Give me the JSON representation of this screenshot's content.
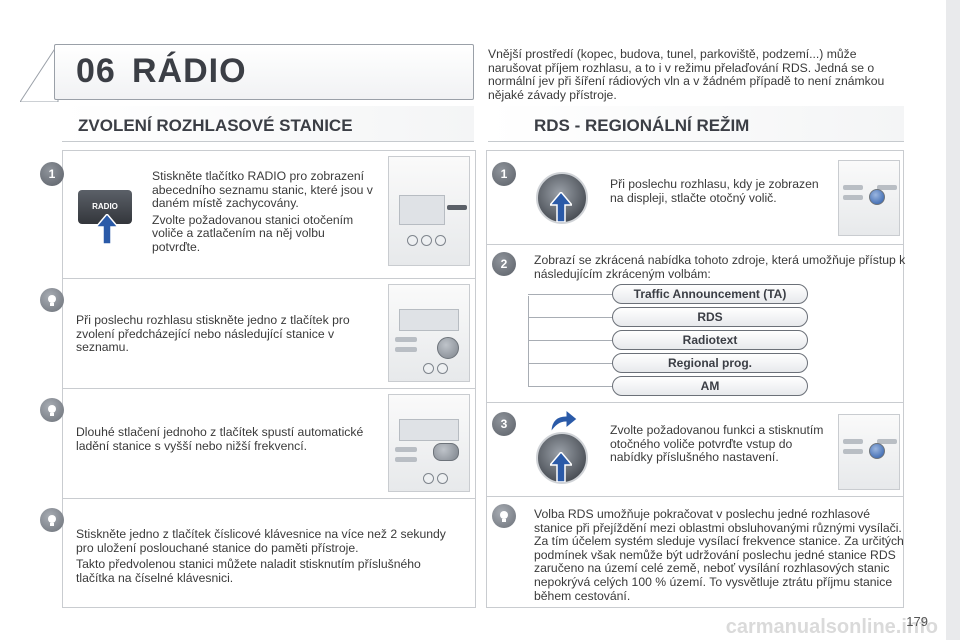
{
  "header": {
    "chapter_number": "06",
    "chapter_title": "RÁDIO",
    "intro": "Vnější prostředí (kopec, budova, tunel, parkoviště, podzemí...) může narušovat příjem rozhlasu, a to i v režimu přelaďování RDS. Jedná se o normální jev při šíření rádiových vln a v žádném případě to není známkou nějaké závady přístroje."
  },
  "left": {
    "heading": "ZVOLENÍ ROZHLASOVÉ STANICE",
    "step1": {
      "badge": "1",
      "button_label": "RADIO",
      "p1": "Stiskněte tlačítko RADIO pro zobrazení abecedního seznamu stanic, které jsou v daném místě zachycovány.",
      "p2": "Zvolte požadovanou stanici otočením voliče a zatlačením na něj volbu potvrďte."
    },
    "tip1": "Při poslechu rozhlasu stiskněte jedno z tlačítek pro zvolení předcházející nebo následující stanice v seznamu.",
    "tip2": "Dlouhé stlačení jednoho z tlačítek spustí automatické ladění stanice s vyšší nebo nižší frekvencí.",
    "tip3": {
      "p1": "Stiskněte jedno z tlačítek číslicové klávesnice na více než 2 sekundy pro uložení poslouchané stanice do paměti přístroje.",
      "p2": "Takto předvolenou stanici můžete naladit stisknutím příslušného tlačítka na číselné klávesnici."
    }
  },
  "right": {
    "heading": "RDS - REGIONÁLNÍ REŽIM",
    "step1": {
      "badge": "1",
      "text": "Při poslechu rozhlasu, kdy je zobrazen na displeji, stlačte otočný volič."
    },
    "step2": {
      "badge": "2",
      "text": "Zobrazí se zkrácená nabídka tohoto zdroje, která umožňuje přístup k následujícím zkráceným volbám:",
      "options": [
        "Traffic Announcement (TA)",
        "RDS",
        "Radiotext",
        "Regional prog.",
        "AM"
      ]
    },
    "step3": {
      "badge": "3",
      "text": "Zvolte požadovanou funkci a stisknutím otočného voliče potvrďte vstup do nabídky příslušného nastavení."
    },
    "tip": "Volba RDS umožňuje pokračovat v poslechu jedné rozhlasové stanice při přejíždění mezi oblastmi obsluhovanými různými vysílači. Za tím účelem systém sleduje vysílací frekvence stanice. Za určitých podmínek však nemůže být udržování poslechu jedné stanice RDS zaručeno na území celé země, neboť vysílání rozhlasových stanic nepokrývá celých 100 % území. To vysvětluje ztrátu příjmu stanice během cestování."
  },
  "page_number": "179",
  "watermark": "carmanualsonline.info"
}
